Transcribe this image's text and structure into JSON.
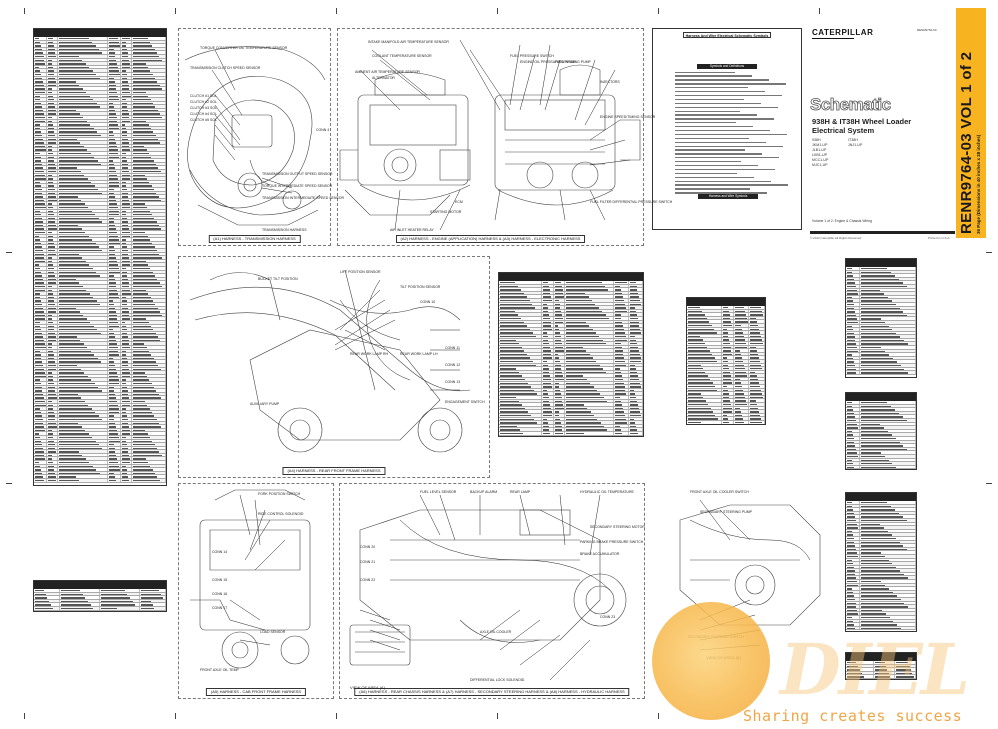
{
  "document": {
    "brand": "CATERPILLAR",
    "doc_code_small": "RENR9764-03",
    "heading_word": "Schematic",
    "model_title_line1": "938H & IT38H Wheel Loader",
    "model_title_line2": "Electrical System",
    "serials_left": [
      "938H",
      "JKM1-UP",
      "JLB1-UP",
      "LKB1-UP",
      "MCC1-UP",
      "MJC1-UP"
    ],
    "serials_right": [
      "IT38H",
      "JNJ1-UP"
    ],
    "volume_note": "Volume 1 of 2: Engine & Chassis Wiring",
    "footer_left": "© 2012 Caterpillar  All Rights Reserved",
    "footer_right": "Printed in U.S.A.",
    "volume_banner": "RENR9764-03 VOL 1 of 2",
    "volume_banner_sub": "36 Page (Dimensions in 40 inches x 28 inches)"
  },
  "legend": {
    "title": "Harness And Wire Electrical Schematic Symbols",
    "section_symbols": "Symbols and Definitions",
    "section_harness": "Harness and Wire Symbols"
  },
  "panels": {
    "p1_caption": "(A1) HARNESS - TRANSMISSION HARNESS",
    "p2_caption": "(A2) HARNESS - ENGINE (APPLICATION) HARNESS & (A3) HARNESS - ELECTRONIC HARNESS",
    "p3_caption": "(A4) HARNESS - REAR FRONT FRAME HARNESS",
    "p4_caption": "(A5) HARNESS - CAB FRONT FRAME HARNESS",
    "p5_caption": "(A6) HARNESS - REAR CHASSIS HARNESS & (A7) HARNESS - SECONDARY STEERING HARNESS & (A8) HARNESS - HYDRAULIC HARNESS",
    "view_a": "VIEW OF AREA (A)",
    "view_b": "VIEW OF AREA (B)"
  },
  "callouts": {
    "p1": [
      "TORQUE CONVERTER OIL TEMPERATURE SENSOR",
      "TRANSMISSION CLUTCH SPEED SENSOR",
      "CLUTCH #1 SOL",
      "CLUTCH #2 SOL",
      "CLUTCH #3 SOL",
      "CLUTCH #4 SOL",
      "CLUTCH #5 SOL",
      "TRANSMISSION OUTPUT SPEED SENSOR",
      "TORQUE INTERMEDIATE SPEED SENSOR",
      "TRANSMISSION INTERMEDIATE SPEED SENSOR",
      "TRANSMISSION HARNESS",
      "CONN 4"
    ],
    "p2": [
      "ALTERNATOR",
      "AMBIENT AIR TEMPERATURE SENSOR",
      "INTAKE MANIFOLD AIR TEMPERATURE SENSOR",
      "COOLANT TEMPERATURE SENSOR",
      "FUEL PRESSURE SWITCH",
      "ENGINE OIL PRESSURE SENSOR",
      "INJECTORS",
      "STARTING MOTOR",
      "FUEL PRIMING PUMP",
      "ENGINE SPEED/TIMING SENSOR",
      "AIR INLET HEATER RELAY",
      "FUEL FILTER DIFFERENTIAL PRESSURE SWITCH",
      "ECM"
    ],
    "p3": [
      "LIFT POSITION SENSOR",
      "TILT POSITION SENSOR",
      "BUCKET TILT POSITION",
      "CONN 10",
      "CONN 11",
      "CONN 12",
      "CONN 13",
      "REAR WORK LAMP LH",
      "REAR WORK LAMP RH",
      "AUXILIARY PUMP",
      "ENGAGEMENT SWITCH"
    ],
    "p4": [
      "FORK POSITION SWITCH",
      "RIDE CONTROL SOLENOID",
      "CONN 14",
      "CONN 15",
      "CONN 16",
      "CONN 17",
      "LOAD SENSOR",
      "FRONT AXLE OIL TEMP"
    ],
    "p5": [
      "FUEL LEVEL SENSOR",
      "BACKUP ALARM",
      "REAR LAMP",
      "HYDRAULIC OIL TEMPERATURE",
      "SECONDARY STEERING MOTOR",
      "PARKING BRAKE PRESSURE SWITCH",
      "BRAKE ACCUMULATOR",
      "AXLE OIL COOLER",
      "DIFFERENTIAL LOCK SOLENOID",
      "CONN 20",
      "CONN 21",
      "CONN 22",
      "CONN 23"
    ],
    "p6": [
      "FRONT AXLE OIL COOLER SWITCH",
      "SECONDARY STEERING PUMP",
      "SECONDARY STEERING SWITCH"
    ]
  },
  "watermark": {
    "logo": "DIEL",
    "tagline": "Sharing creates success"
  }
}
